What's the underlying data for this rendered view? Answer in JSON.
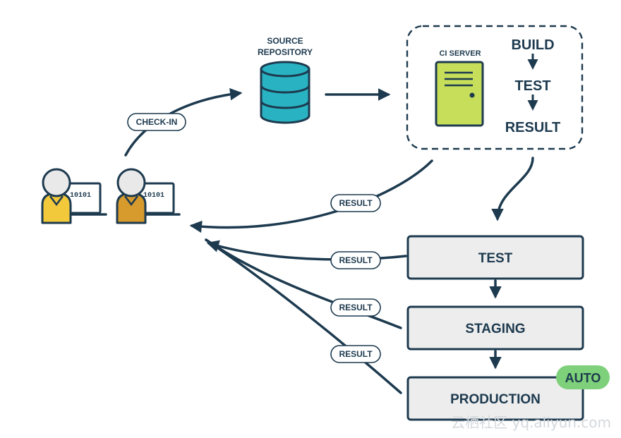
{
  "source_repository": {
    "line1": "SOURCE",
    "line2": "REPOSITORY"
  },
  "ci_server": {
    "label": "CI SERVER",
    "steps": [
      "BUILD",
      "TEST",
      "RESULT"
    ]
  },
  "check_in": "CHECK-IN",
  "result_labels": [
    "RESULT",
    "RESULT",
    "RESULT",
    "RESULT"
  ],
  "developers": [
    {
      "screen_text": "10101"
    },
    {
      "screen_text": "10101"
    }
  ],
  "pipeline": {
    "stages": [
      "TEST",
      "STAGING",
      "PRODUCTION"
    ],
    "auto_badge": "AUTO"
  },
  "watermark": "云栖社区 yq.aliyun.com",
  "colors": {
    "ink": "#1d3a4f",
    "database": "#29b3c2",
    "server": "#c6de5a",
    "auto_badge": "#7ed07a",
    "stage_fill": "#ededed",
    "developer_1_body": "#f2c93a",
    "developer_2_body": "#d69b2c"
  }
}
